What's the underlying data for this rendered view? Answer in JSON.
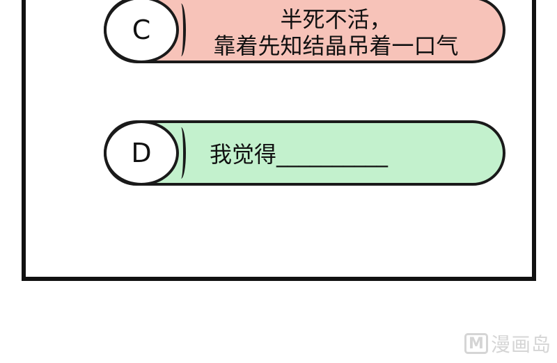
{
  "options": [
    {
      "letter": "C",
      "lines": [
        "半死不活，",
        "靠着先知结晶吊着一口气"
      ],
      "color": "#f7c3b9"
    },
    {
      "letter": "D",
      "text": "我觉得__________",
      "color": "#c3f1cd"
    }
  ],
  "watermark": {
    "logo": "M",
    "text": "漫画岛"
  }
}
